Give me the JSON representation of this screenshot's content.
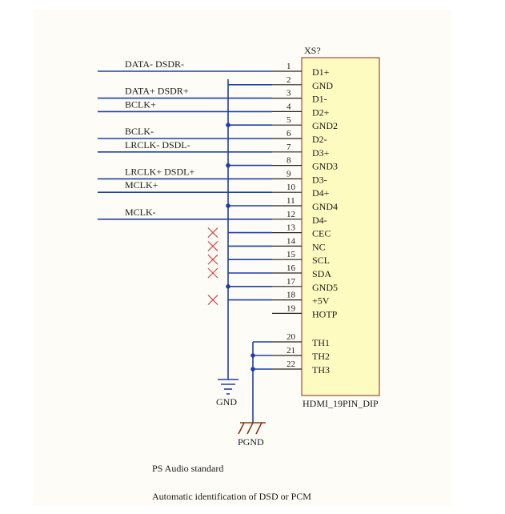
{
  "colors": {
    "page": "#fdfcf6",
    "body_fill": "#fdfbc0",
    "body_stroke": "#8a2a2a",
    "wire": "#1f3fa8",
    "no_connect": "#d04a4a"
  },
  "connector": {
    "designator": "XS?",
    "part_name": "HDMI_19PIN_DIP",
    "pins": [
      {
        "num": "1",
        "name": "D1+",
        "net": "DATA- DSDR-"
      },
      {
        "num": "2",
        "name": "GND",
        "net": "GND"
      },
      {
        "num": "3",
        "name": "D1-",
        "net": "DATA+ DSDR+"
      },
      {
        "num": "4",
        "name": "D2+",
        "net": "BCLK+"
      },
      {
        "num": "5",
        "name": "GND2",
        "net": "GND"
      },
      {
        "num": "6",
        "name": "D2-",
        "net": "BCLK-"
      },
      {
        "num": "7",
        "name": "D3+",
        "net": "LRCLK- DSDL-"
      },
      {
        "num": "8",
        "name": "GND3",
        "net": "GND"
      },
      {
        "num": "9",
        "name": "D3-",
        "net": "LRCLK+ DSDL+"
      },
      {
        "num": "10",
        "name": "D4+",
        "net": "MCLK+"
      },
      {
        "num": "11",
        "name": "GND4",
        "net": "GND"
      },
      {
        "num": "12",
        "name": "D4-",
        "net": "MCLK-"
      },
      {
        "num": "13",
        "name": "CEC",
        "net": "NC"
      },
      {
        "num": "14",
        "name": "NC",
        "net": "NC"
      },
      {
        "num": "15",
        "name": "SCL",
        "net": "NC"
      },
      {
        "num": "16",
        "name": "SDA",
        "net": "NC"
      },
      {
        "num": "17",
        "name": "GND5",
        "net": "GND"
      },
      {
        "num": "18",
        "name": "+5V",
        "net": "NC"
      },
      {
        "num": "19",
        "name": "HOTP",
        "net": ""
      },
      {
        "num": "20",
        "name": "TH1",
        "net": "PGND"
      },
      {
        "num": "21",
        "name": "TH2",
        "net": "PGND"
      },
      {
        "num": "22",
        "name": "TH3",
        "net": "PGND"
      }
    ]
  },
  "grounds": {
    "gnd_label": "GND",
    "pgnd_label": "PGND"
  },
  "notes": {
    "line1": "PS Audio standard",
    "line2": "Automatic identification of DSD or PCM"
  }
}
